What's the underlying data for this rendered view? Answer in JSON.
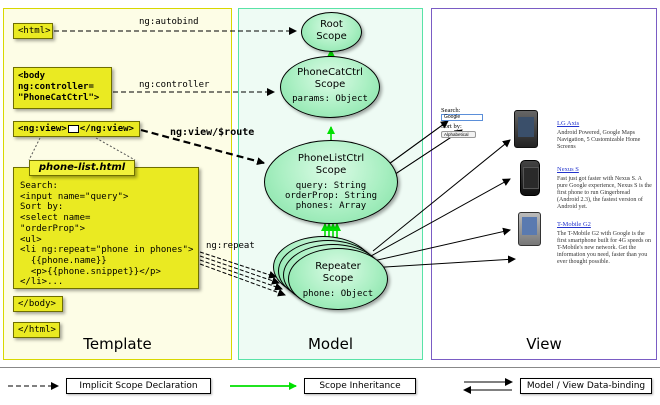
{
  "template": {
    "title": "Template",
    "html_open": "<html>",
    "body_line1": "<body",
    "body_line2": " ng:controller=",
    "body_line3": " \"PhoneCatCtrl\">",
    "ngview": "<ng:view>",
    "ngview_close": "</ng:view>",
    "partial_title": "phone-list.html",
    "partial_lines": [
      "Search:",
      "<input name=\"query\">",
      "Sort by:",
      "<select name=",
      "\"orderProp\">",
      "<ul>",
      "<li ng:repeat=\"phone in phones\">",
      "  {{phone.name}}",
      "  <p>{{phone.snippet}}</p>",
      "</li>..."
    ],
    "body_close": "</body>",
    "html_close": "</html>"
  },
  "model": {
    "title": "Model",
    "root": {
      "name1": "Root",
      "name2": "Scope"
    },
    "phonecat": {
      "name1": "PhoneCatCtrl",
      "name2": "Scope",
      "props": [
        "params: Object"
      ]
    },
    "phonelist": {
      "name1": "PhoneListCtrl",
      "name2": "Scope",
      "props": [
        "query: String",
        "orderProp: String",
        "phones: Array"
      ]
    },
    "repeater": {
      "name1": "Repeater",
      "name2": "Scope",
      "props": [
        "phone: Object"
      ]
    }
  },
  "edges": {
    "autobind": "ng:autobind",
    "controller": "ng:controller",
    "route": "ng:view/$route",
    "repeat": "ng:repeat"
  },
  "view": {
    "title": "View",
    "search_label": "Search:",
    "search_value": "Google",
    "sort_label": "Sort by:",
    "sort_value": "Alphabetical",
    "phones": [
      {
        "name": "LG Axis",
        "snippet": "Android Powered, Google Maps Navigation, 5 Customizable Home Screens"
      },
      {
        "name": "Nexus S",
        "snippet": "Fast just got faster with Nexus S. A pure Google experience, Nexus S is the first phone to run Gingerbread (Android 2.3), the fastest version of Android yet."
      },
      {
        "name": "T-Mobile G2",
        "snippet": "The T-Mobile G2 with Google is the first smartphone built for 4G speeds on T-Mobile's new network. Get the information you need, faster than you ever thought possible."
      }
    ]
  },
  "legend": {
    "implicit": "Implicit Scope Declaration",
    "inheritance": "Scope Inheritance",
    "binding": "Model / View Data-binding"
  },
  "colors": {
    "template_bg": "#fdfde6",
    "model_bg": "#eefbf4",
    "view_border": "#7a5cc4",
    "inherit_arrow": "#00e000"
  }
}
